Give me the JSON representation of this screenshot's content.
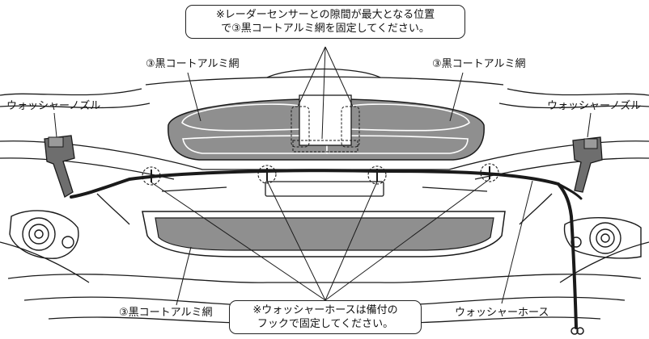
{
  "notes": {
    "top_line1": "※レーダーセンサーとの隙間が最大となる位置",
    "top_line2": "で③黒コートアルミ網を固定してください。",
    "bottom_line1": "※ウォッシャーホースは備付の",
    "bottom_line2": "フックで固定してください。"
  },
  "labels": {
    "mesh_upper_left": "③黒コートアルミ網",
    "mesh_upper_right": "③黒コートアルミ網",
    "mesh_lower": "③黒コートアルミ網",
    "nozzle_left": "ウォッシャーノズル",
    "nozzle_right": "ウォッシャーノズル",
    "hose": "ウォッシャーホース"
  },
  "colors": {
    "line": "#1a1a1a",
    "mesh_fill": "#8f8f8f",
    "nozzle_fill": "#6e6e6e"
  }
}
